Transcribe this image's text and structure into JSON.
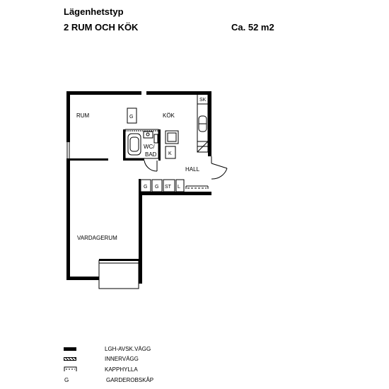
{
  "header": {
    "title": "Lägenhetstyp",
    "type": "2 RUM OCH KÖK",
    "area": "Ca. 52 m2"
  },
  "rooms": {
    "rum": "RUM",
    "kok": "KÖK",
    "vardagsrum": "VARDAGERUM",
    "hall": "HALL",
    "wc": "WC/",
    "bad": "BAD"
  },
  "fixtures": {
    "sk": "SK",
    "k": "K",
    "g": "G",
    "st": "ST",
    "l": "L"
  },
  "legend": {
    "outer_wall": "LGH-AVSK.VÄGG",
    "inner_wall": "INNERVÄGG",
    "hat_shelf": "KAPPHYLLA",
    "wardrobe_symbol": "G",
    "wardrobe": "GARDEROBSKÅP"
  }
}
